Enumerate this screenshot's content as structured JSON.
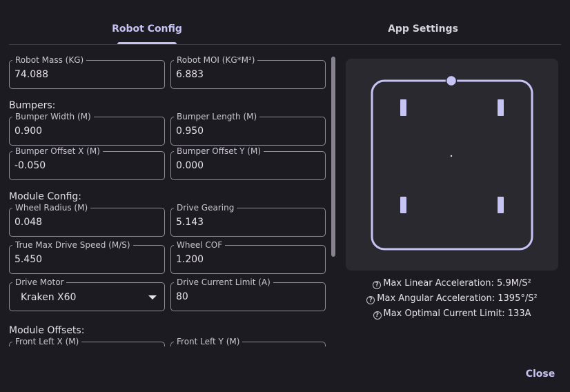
{
  "tabs": [
    {
      "label": "Robot Config",
      "active": true
    },
    {
      "label": "App Settings",
      "active": false
    }
  ],
  "fields": {
    "robot_mass": {
      "label": "Robot Mass (KG)",
      "value": "74.088"
    },
    "robot_moi": {
      "label": "Robot MOI (KG*M²)",
      "value": "6.883"
    },
    "bumper_width": {
      "label": "Bumper Width (M)",
      "value": "0.900"
    },
    "bumper_length": {
      "label": "Bumper Length (M)",
      "value": "0.950"
    },
    "bumper_offset_x": {
      "label": "Bumper Offset X (M)",
      "value": "-0.050"
    },
    "bumper_offset_y": {
      "label": "Bumper Offset Y (M)",
      "value": "0.000"
    },
    "wheel_radius": {
      "label": "Wheel Radius (M)",
      "value": "0.048"
    },
    "drive_gearing": {
      "label": "Drive Gearing",
      "value": "5.143"
    },
    "true_max_drive_speed": {
      "label": "True Max Drive Speed (M/S)",
      "value": "5.450"
    },
    "wheel_cof": {
      "label": "Wheel COF",
      "value": "1.200"
    },
    "drive_motor": {
      "label": "Drive Motor",
      "value": "Kraken X60"
    },
    "drive_current_limit": {
      "label": "Drive Current Limit (A)",
      "value": "80"
    },
    "front_left_x": {
      "label": "Front Left X (M)",
      "value": ""
    },
    "front_left_y": {
      "label": "Front Left Y (M)",
      "value": ""
    }
  },
  "sections": {
    "bumpers": "Bumpers:",
    "module_config": "Module Config:",
    "module_offsets": "Module Offsets:"
  },
  "stats": {
    "max_linear_accel": "Max Linear Acceleration: 5.9M/S²",
    "max_angular_accel": "Max Angular Acceleration: 1395°/S²",
    "max_optimal_current": "Max Optimal Current Limit: 133A"
  },
  "icons": {
    "help": "help-circle-icon",
    "dropdown": "chevron-down-icon"
  },
  "colors": {
    "accent": "#c6c3f5",
    "background": "#1c1b21",
    "preview_bg": "#2a2930",
    "preview_stroke": "#c6c3f5"
  },
  "actions": {
    "close": "Close"
  }
}
